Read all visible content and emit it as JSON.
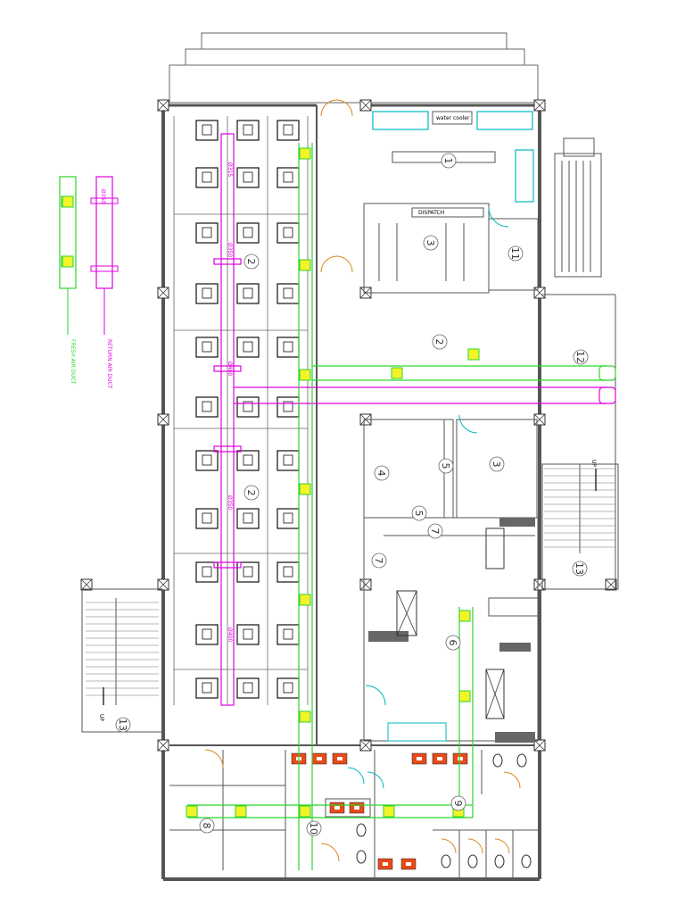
{
  "labels": {
    "water_cooler": "water cooler",
    "dispatch": "DISPATCH",
    "fresh_air_duct": "FRESH AIR DUCT",
    "return_air_duct": "RETURN AIR DUCT",
    "legend_return_size": "Ø350",
    "up_right": "UP",
    "up_left": "UP"
  },
  "duct_sizes": [
    "Ø315",
    "Ø350",
    "Ø400",
    "Ø350",
    "Ø400"
  ],
  "room_numbers": {
    "n1": "1",
    "n2a": "2",
    "n2b": "2",
    "n2c": "2",
    "n3a": "3",
    "n3b": "3",
    "n4": "4",
    "n5a": "5",
    "n5b": "5",
    "n6": "6",
    "n7a": "7",
    "n7b": "7",
    "n8": "8",
    "n9": "9",
    "n10": "10",
    "n11": "11",
    "n12": "12",
    "n13a": "13",
    "n13b": "13"
  },
  "colors": {
    "wall": "#555555",
    "fresh_air": "#2bd62b",
    "return_air": "#e000e0",
    "diffuser_fill": "#f3f32a",
    "sink_fill": "#e84a1a",
    "cyan": "#00b7c3"
  }
}
